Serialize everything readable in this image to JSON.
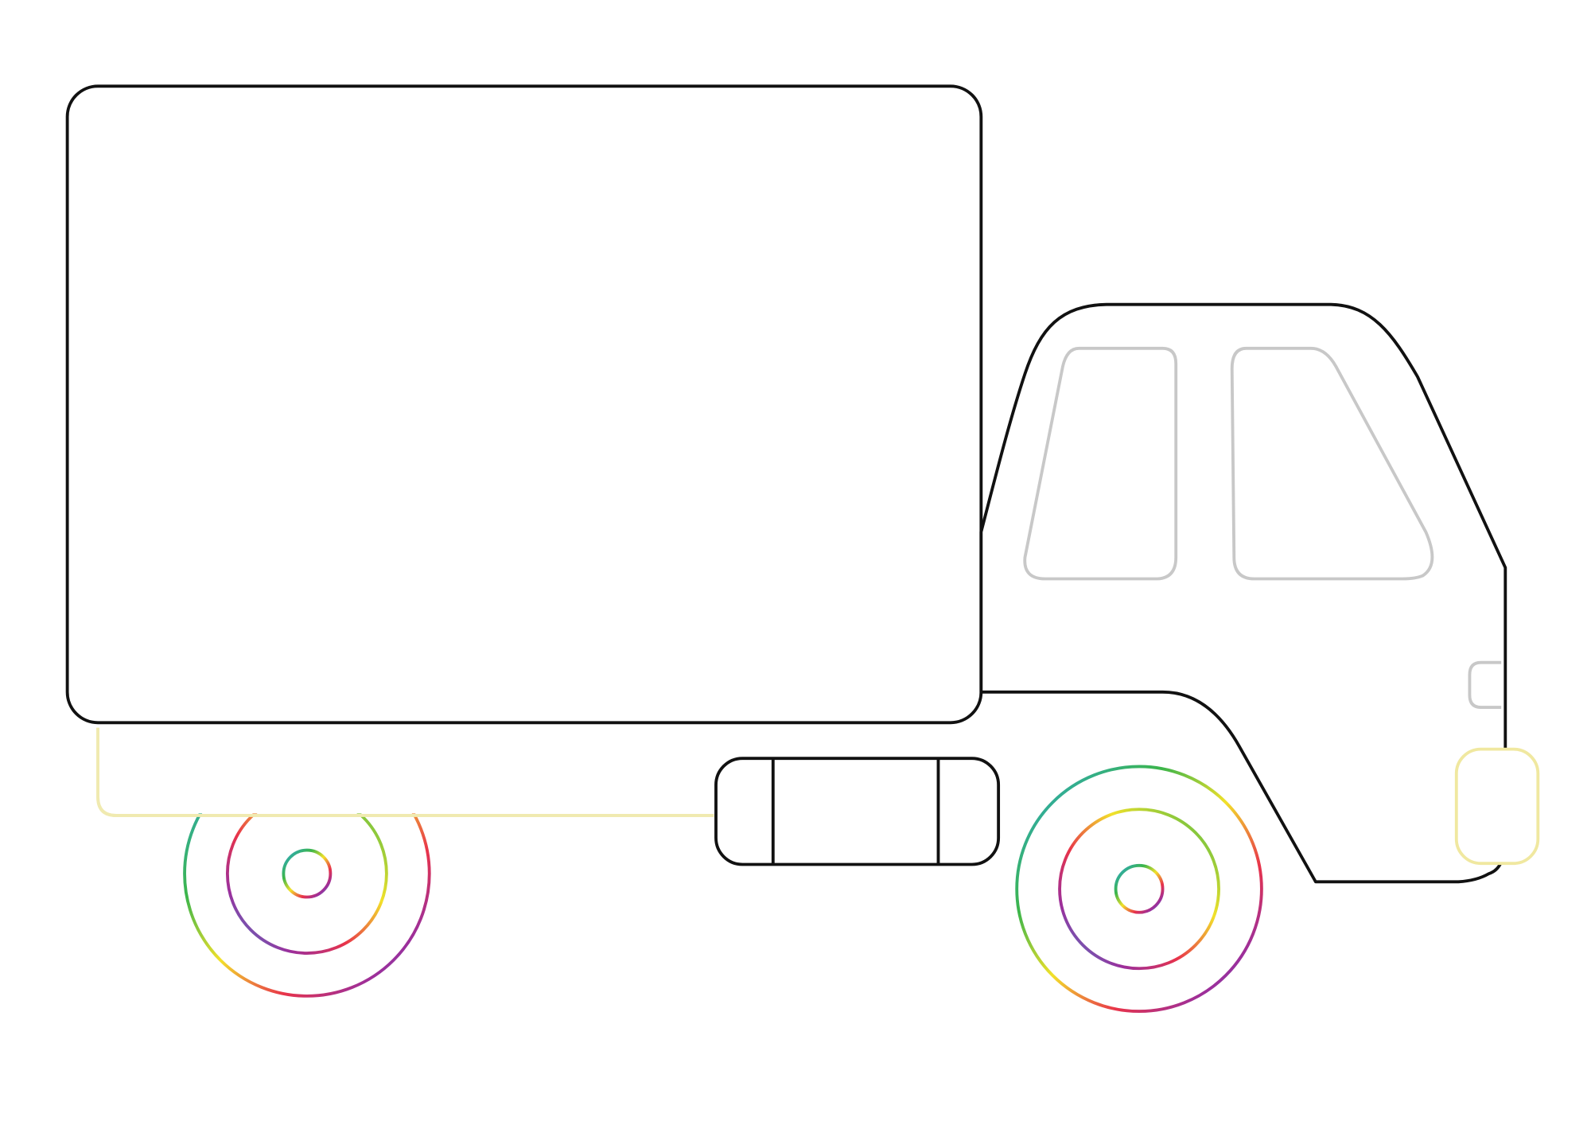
{
  "drawing": {
    "subject": "truck-outline",
    "colors": {
      "background": "#ffffff",
      "outline": "#111111",
      "window_outline": "#c8c8c8",
      "chassis_outline": "#f0eab0",
      "headlight_outline": "#f0e8a0",
      "wheel_gradient": [
        "#2aa6d8",
        "#3cb54a",
        "#f2e12a",
        "#e8334a",
        "#9b2f9c",
        "#2aa6d8"
      ]
    },
    "parts": [
      "cargo-box",
      "cab",
      "front-window",
      "side-window",
      "door-handle",
      "headlight",
      "fuel-tank",
      "chassis-rail",
      "rear-wheel",
      "front-wheel"
    ]
  }
}
